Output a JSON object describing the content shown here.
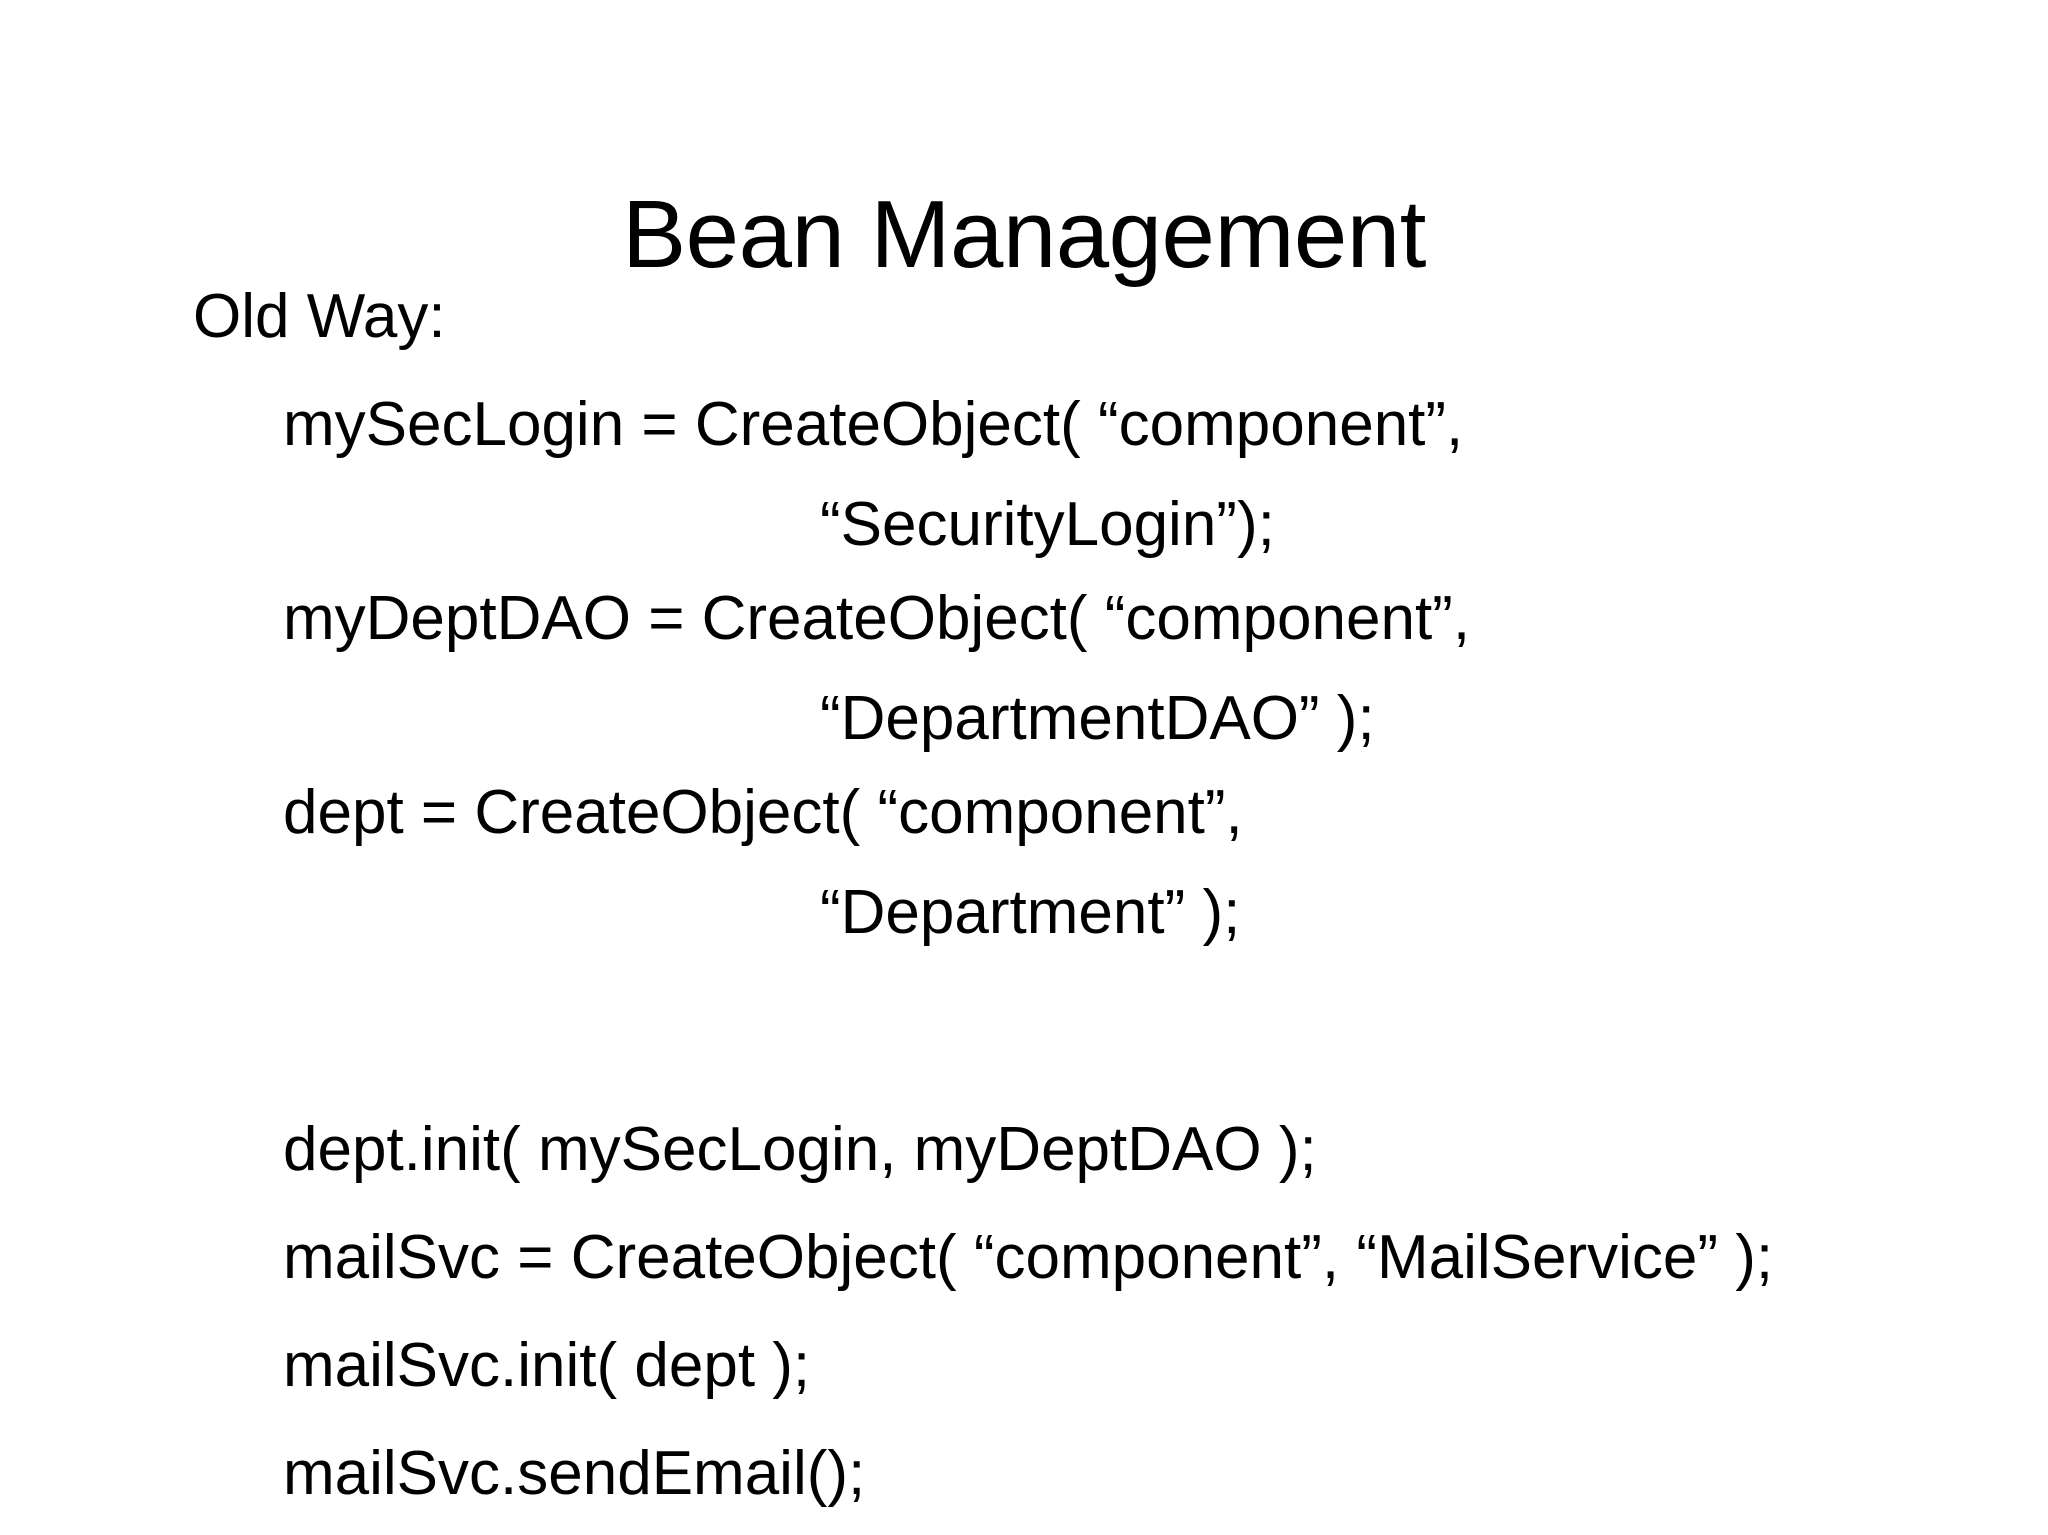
{
  "slide": {
    "title": "Bean Management",
    "lead": "Old Way:",
    "code_lines": [
      {
        "text": "mySecLogin = CreateObject( “component”,",
        "indent": 1
      },
      {
        "text": "“SecurityLogin”);",
        "indent": 2
      },
      {
        "text": "myDeptDAO = CreateObject( “component”,",
        "indent": 1
      },
      {
        "text": "“DepartmentDAO” );",
        "indent": 2
      },
      {
        "text": "dept = CreateObject( “component”,",
        "indent": 1
      },
      {
        "text": "“Department” );",
        "indent": 2
      },
      {
        "text": "dept.init( mySecLogin, myDeptDAO );",
        "indent": 1
      },
      {
        "text": "mailSvc = CreateObject( “component”, “MailService” );",
        "indent": 1
      },
      {
        "text": "mailSvc.init( dept );",
        "indent": 1
      },
      {
        "text": "mailSvc.sendEmail();",
        "indent": 1
      }
    ]
  },
  "colors": {
    "background": "#ffffff",
    "text": "#000000"
  }
}
